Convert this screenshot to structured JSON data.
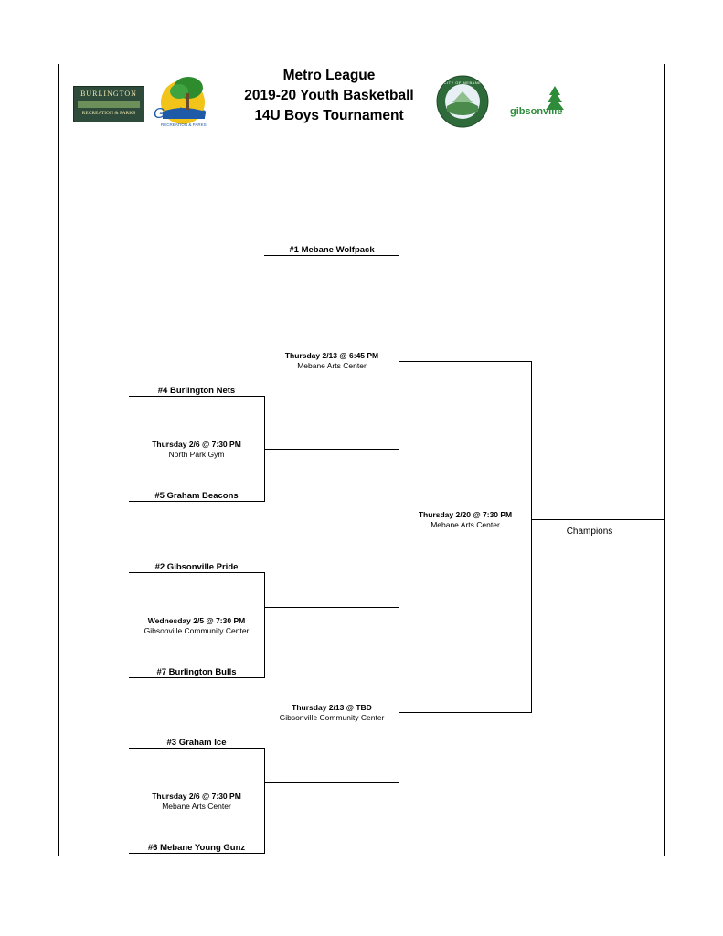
{
  "header": {
    "title_line1": "Metro League",
    "title_line2": "2019-20 Youth Basketball",
    "title_line3": "14U Boys Tournament"
  },
  "logos": {
    "burlington_line1": "BURLINGTON",
    "burlington_line2": "RECREATION & PARKS",
    "graham": "Graham",
    "graham_sub": "RECREATION & PARKS",
    "mebane_ring": "CITY OF MEBANE",
    "gibsonville": "gibsonville"
  },
  "teams": {
    "seed1": "#1 Mebane Wolfpack",
    "seed4": "#4 Burlington Nets",
    "seed5": "#5 Graham Beacons",
    "seed2": "#2 Gibsonville Pride",
    "seed7": "#7 Burlington Bulls",
    "seed3": "#3 Graham Ice",
    "seed6": "#6 Mebane Young Gunz"
  },
  "games": {
    "g45": {
      "when": "Thursday 2/6 @ 7:30 PM",
      "where": "North Park Gym"
    },
    "g27": {
      "when": "Wednesday 2/5 @ 7:30 PM",
      "where": "Gibsonville Community Center"
    },
    "g36": {
      "when": "Thursday 2/6 @ 7:30 PM",
      "where": "Mebane Arts Center"
    },
    "semi1": {
      "when": "Thursday 2/13 @ 6:45 PM",
      "where": "Mebane Arts Center"
    },
    "semi2": {
      "when": "Thursday 2/13 @ TBD",
      "where": "Gibsonville Community Center"
    },
    "final": {
      "when": "Thursday 2/20 @ 7:30 PM",
      "where": "Mebane Arts Center"
    }
  },
  "champion_label": "Champions",
  "colors": {
    "burlington_bg": "#2d4a3a",
    "burlington_text": "#f2e8b0",
    "graham_green": "#2e8b2e",
    "graham_yellow": "#f2c318",
    "graham_blue": "#1e5aa8",
    "mebane_green": "#2f6b3a",
    "gibsonville_green": "#2e8b3a"
  }
}
